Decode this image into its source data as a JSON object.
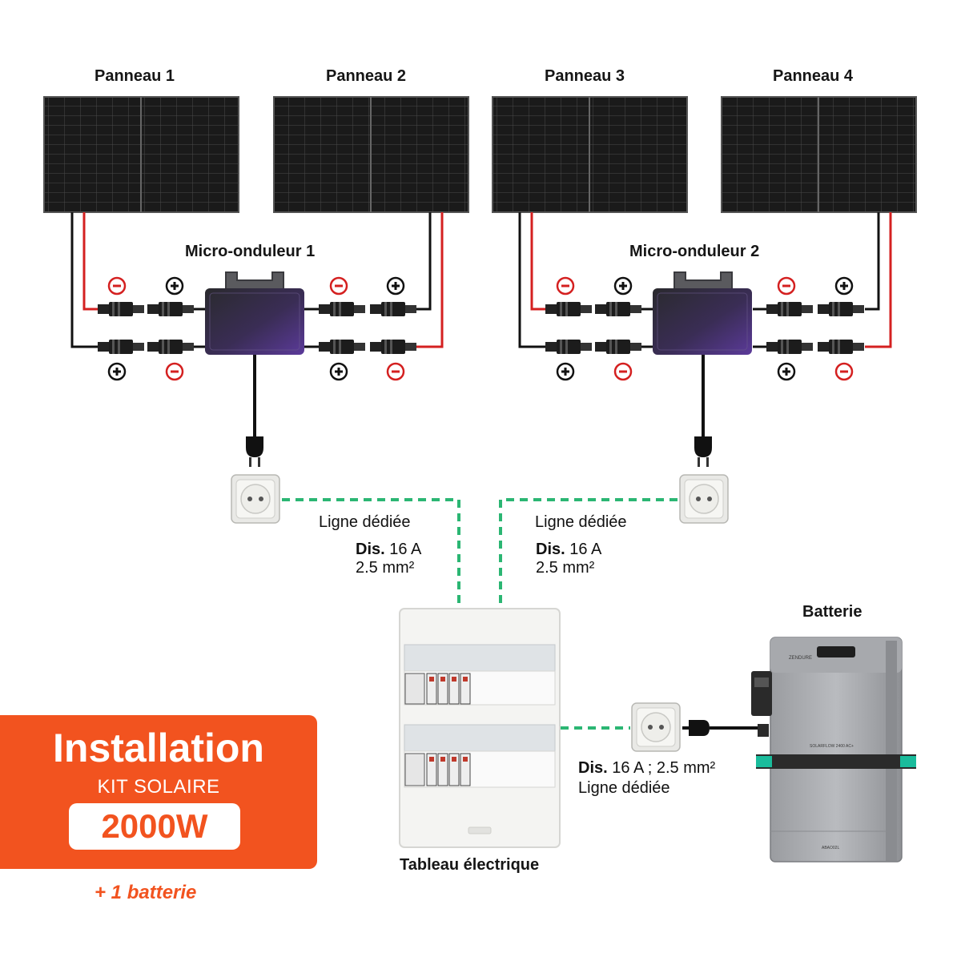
{
  "panels": [
    {
      "label": "Panneau 1"
    },
    {
      "label": "Panneau 2"
    },
    {
      "label": "Panneau 3"
    },
    {
      "label": "Panneau 4"
    }
  ],
  "inverters": [
    {
      "label": "Micro-onduleur 1"
    },
    {
      "label": "Micro-onduleur 2"
    }
  ],
  "connections": {
    "left": {
      "line": "Ligne dédiée",
      "breaker_prefix": "Dis.",
      "breaker_rest": " 16 A",
      "section": "2.5 mm²"
    },
    "right": {
      "line": "Ligne dédiée",
      "breaker_prefix": "Dis.",
      "breaker_rest": " 16 A",
      "section": "2.5 mm²"
    },
    "battery": {
      "breaker_prefix": "Dis.",
      "breaker_rest": " 16 A ; 2.5 mm²",
      "line": "Ligne dédiée"
    }
  },
  "distribution_board": {
    "label": "Tableau électrique"
  },
  "battery": {
    "label": "Batterie",
    "brand_text": "ZENDURE",
    "model_text": "SOLARFLOW 2400 AC+",
    "footer_text": "ABAO02L"
  },
  "badge": {
    "title": "Installation",
    "subtitle": "KIT SOLAIRE",
    "power": "2000W"
  },
  "battery_note": "+ 1 batterie",
  "colors": {
    "accent_orange": "#f2531f",
    "line_green": "#2bb673",
    "wire_red": "#d42020",
    "wire_black": "#111111",
    "inverter_purple": "#5b3a9a"
  }
}
